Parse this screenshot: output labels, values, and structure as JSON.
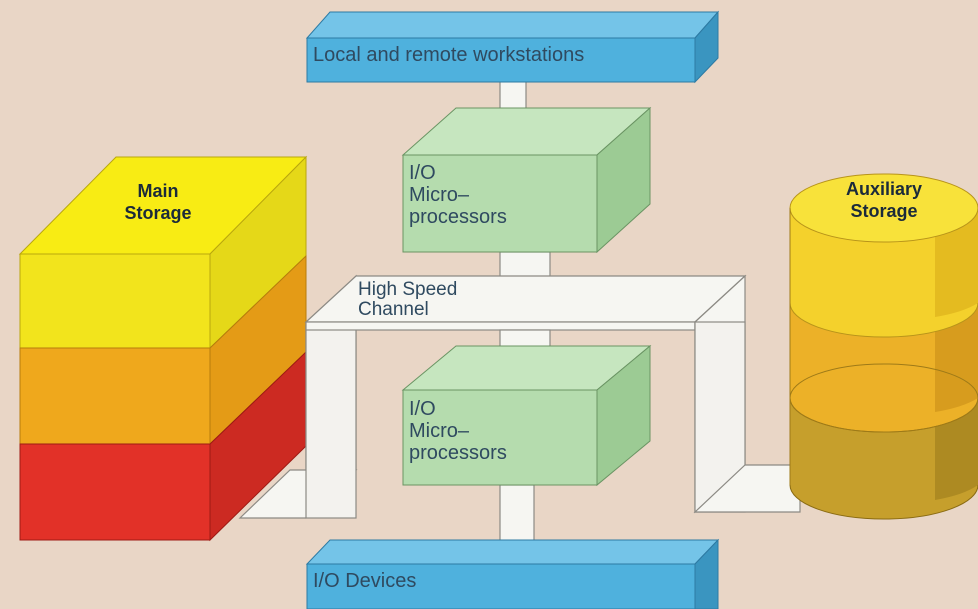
{
  "diagram": {
    "workstations_label": "Local and remote workstations",
    "io_devices_label": "I/O Devices",
    "upper_processor": {
      "line1": "I/O",
      "line2": "Micro–",
      "line3": "processors"
    },
    "lower_processor": {
      "line1": "I/O",
      "line2": "Micro–",
      "line3": "processors"
    },
    "channel": {
      "line1": "High Speed",
      "line2": "Channel"
    },
    "main_storage": {
      "line1": "Main",
      "line2": "Storage"
    },
    "auxiliary_storage": {
      "line1": "Auxiliary",
      "line2": "Storage"
    }
  },
  "colors": {
    "background": "#e9d6c6",
    "bar_blue": "#4fb1dd",
    "box_green": "#b5dcae",
    "channel_white": "#f6f6f2",
    "main_yellow": "#f2e41c",
    "main_orange": "#efa81c",
    "main_red": "#e23128",
    "aux_yellow": "#f4d12c",
    "aux_orange": "#ecb128",
    "aux_olive": "#c69f2c"
  }
}
